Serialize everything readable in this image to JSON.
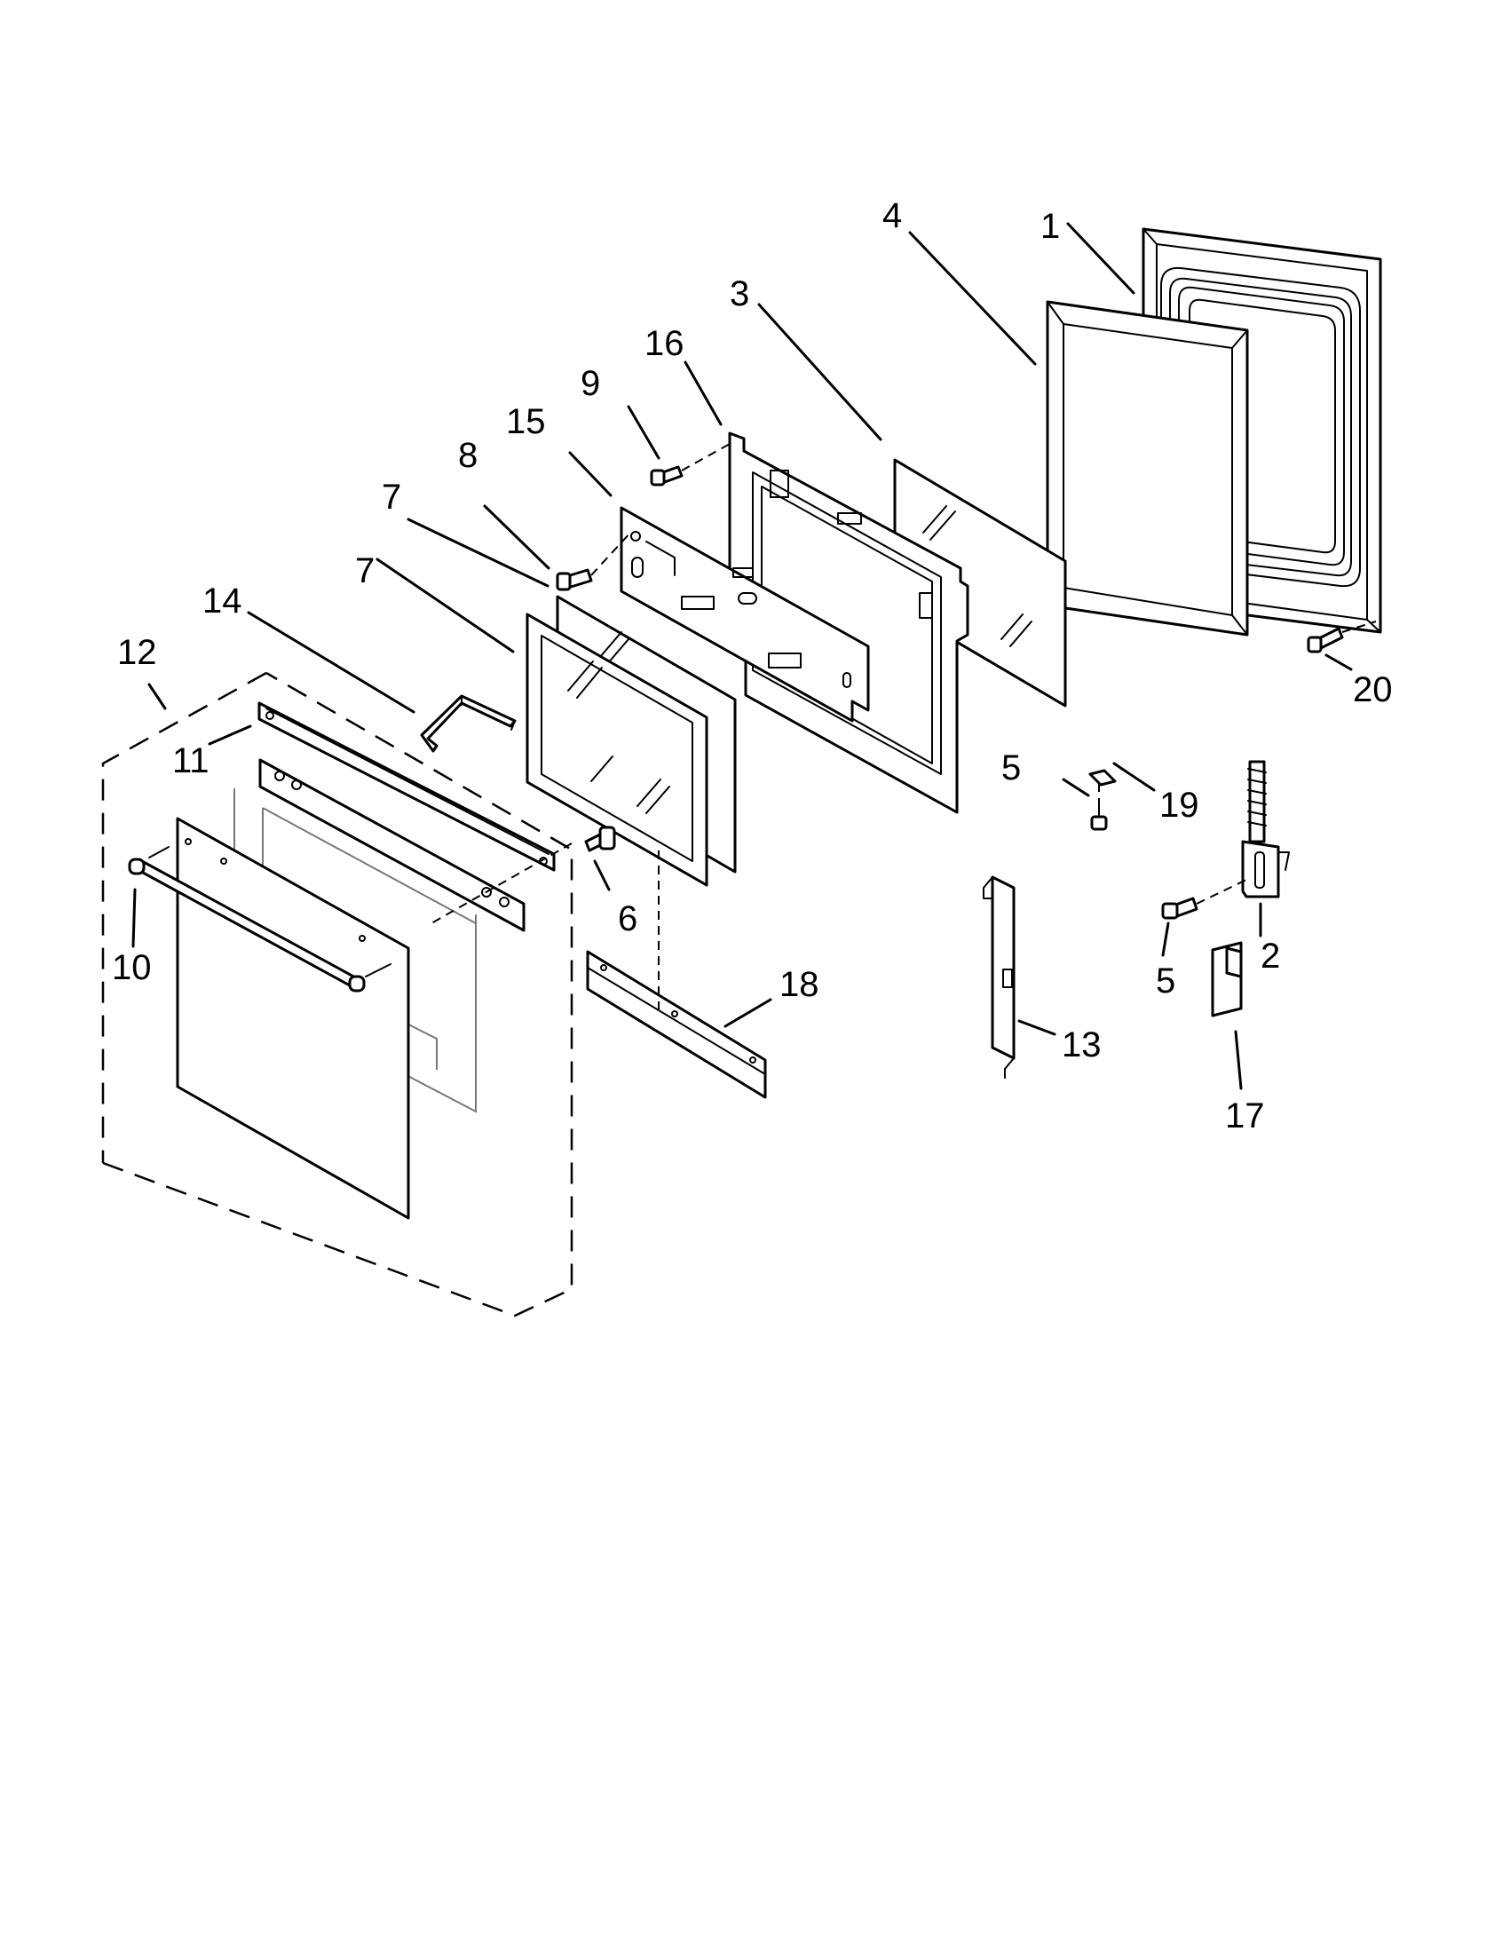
{
  "callouts": {
    "c1": "1",
    "c2": "2",
    "c3": "3",
    "c4": "4",
    "c5a": "5",
    "c5b": "5",
    "c6": "6",
    "c7a": "7",
    "c7b": "7",
    "c8": "8",
    "c9": "9",
    "c10": "10",
    "c11": "11",
    "c12": "12",
    "c13": "13",
    "c14": "14",
    "c15": "15",
    "c16": "16",
    "c17": "17",
    "c18": "18",
    "c19": "19",
    "c20": "20"
  },
  "parts": [
    {
      "ref": "1",
      "icon": "outer-door-panel-icon"
    },
    {
      "ref": "2",
      "icon": "door-hinge-icon"
    },
    {
      "ref": "3",
      "icon": "inner-glass-icon"
    },
    {
      "ref": "4",
      "icon": "door-frame-icon"
    },
    {
      "ref": "5",
      "icon": "screw-icon"
    },
    {
      "ref": "6",
      "icon": "screw-icon"
    },
    {
      "ref": "7",
      "icon": "glass-pane-icon"
    },
    {
      "ref": "8",
      "icon": "screw-icon"
    },
    {
      "ref": "9",
      "icon": "screw-icon"
    },
    {
      "ref": "10",
      "icon": "door-handle-icon"
    },
    {
      "ref": "11",
      "icon": "trim-strip-icon"
    },
    {
      "ref": "12",
      "icon": "outer-door-assembly-icon"
    },
    {
      "ref": "13",
      "icon": "bracket-icon"
    },
    {
      "ref": "14",
      "icon": "bracket-icon"
    },
    {
      "ref": "15",
      "icon": "glass-pack-bracket-icon"
    },
    {
      "ref": "16",
      "icon": "inner-door-frame-icon"
    },
    {
      "ref": "17",
      "icon": "hinge-receiver-icon"
    },
    {
      "ref": "18",
      "icon": "door-bottom-trim-icon"
    },
    {
      "ref": "19",
      "icon": "clip-icon"
    },
    {
      "ref": "20",
      "icon": "screw-icon"
    }
  ]
}
